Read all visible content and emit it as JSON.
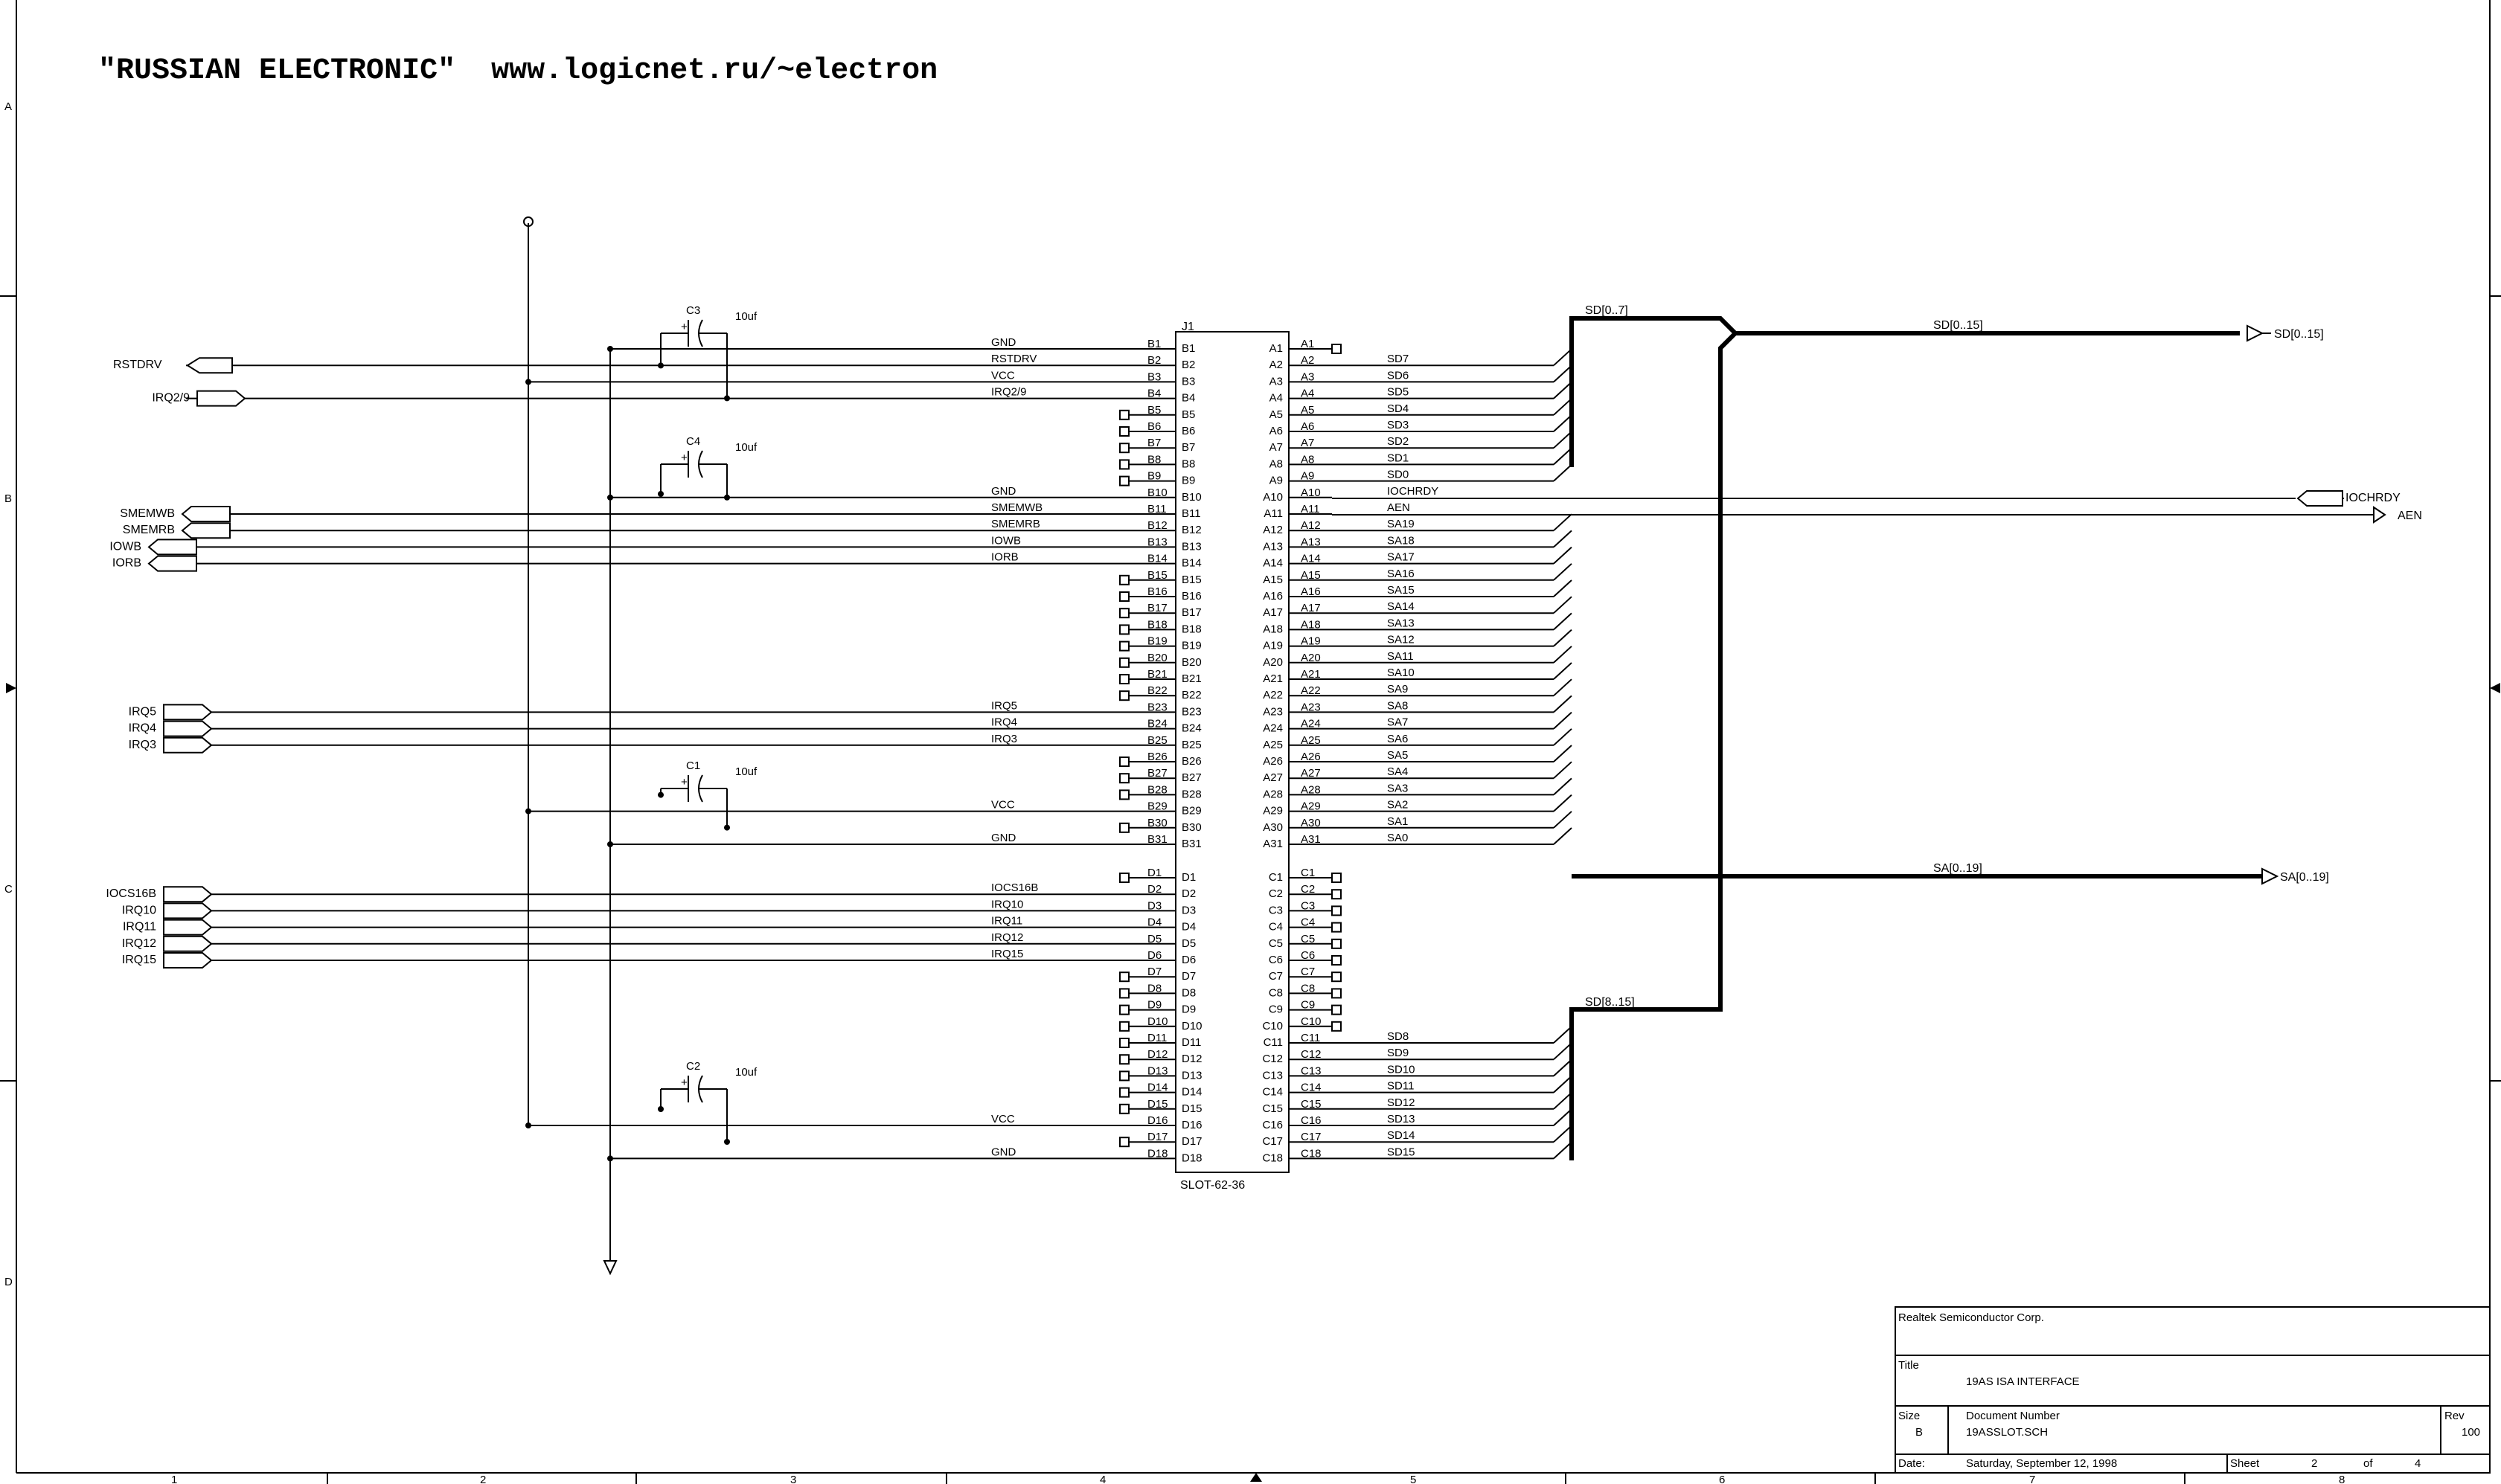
{
  "header": {
    "banner": "\"RUSSIAN ELECTRONIC\"  www.logicnet.ru/~electron"
  },
  "border": {
    "row_letters": [
      "A",
      "B",
      "C",
      "D"
    ],
    "col_numbers": [
      "1",
      "2",
      "3",
      "4",
      "5",
      "6",
      "7",
      "8"
    ]
  },
  "connector": {
    "ref": "J1",
    "part": "SLOT-62-36",
    "b_pins": [
      "B1",
      "B2",
      "B3",
      "B4",
      "B5",
      "B6",
      "B7",
      "B8",
      "B9",
      "B10",
      "B11",
      "B12",
      "B13",
      "B14",
      "B15",
      "B16",
      "B17",
      "B18",
      "B19",
      "B20",
      "B21",
      "B22",
      "B23",
      "B24",
      "B25",
      "B26",
      "B27",
      "B28",
      "B29",
      "B30",
      "B31"
    ],
    "a_pins": [
      "A1",
      "A2",
      "A3",
      "A4",
      "A5",
      "A6",
      "A7",
      "A8",
      "A9",
      "A10",
      "A11",
      "A12",
      "A13",
      "A14",
      "A15",
      "A16",
      "A17",
      "A18",
      "A19",
      "A20",
      "A21",
      "A22",
      "A23",
      "A24",
      "A25",
      "A26",
      "A27",
      "A28",
      "A29",
      "A30",
      "A31"
    ],
    "d_pins": [
      "D1",
      "D2",
      "D3",
      "D4",
      "D5",
      "D6",
      "D7",
      "D8",
      "D9",
      "D10",
      "D11",
      "D12",
      "D13",
      "D14",
      "D15",
      "D16",
      "D17",
      "D18"
    ],
    "c_pins": [
      "C1",
      "C2",
      "C3",
      "C4",
      "C5",
      "C6",
      "C7",
      "C8",
      "C9",
      "C10",
      "C11",
      "C12",
      "C13",
      "C14",
      "C15",
      "C16",
      "C17",
      "C18"
    ],
    "b_nets": [
      "GND",
      "RSTDRV",
      "VCC",
      "IRQ2/9",
      "",
      "",
      "",
      "",
      "",
      "GND",
      "SMEMWB",
      "SMEMRB",
      "IOWB",
      "IORB",
      "",
      "",
      "",
      "",
      "",
      "",
      "",
      "",
      "IRQ5",
      "IRQ4",
      "IRQ3",
      "",
      "",
      "",
      "VCC",
      "",
      "GND"
    ],
    "a_nets": [
      "",
      "SD7",
      "SD6",
      "SD5",
      "SD4",
      "SD3",
      "SD2",
      "SD1",
      "SD0",
      "IOCHRDY",
      "AEN",
      "SA19",
      "SA18",
      "SA17",
      "SA16",
      "SA15",
      "SA14",
      "SA13",
      "SA12",
      "SA11",
      "SA10",
      "SA9",
      "SA8",
      "SA7",
      "SA6",
      "SA5",
      "SA4",
      "SA3",
      "SA2",
      "SA1",
      "SA0"
    ],
    "d_nets": [
      "",
      "IOCS16B",
      "IRQ10",
      "IRQ11",
      "IRQ12",
      "IRQ15",
      "",
      "",
      "",
      "",
      "",
      "",
      "",
      "",
      "",
      "VCC",
      "",
      "GND"
    ],
    "c_nets": [
      "",
      "",
      "",
      "",
      "",
      "",
      "",
      "",
      "",
      "",
      "SD8",
      "SD9",
      "SD10",
      "SD11",
      "SD12",
      "SD13",
      "SD14",
      "SD15"
    ]
  },
  "ports_left": [
    {
      "label": "RSTDRV",
      "row": "B2"
    },
    {
      "label": "IRQ2/9",
      "row": "B4"
    },
    {
      "label": "SMEMWB",
      "row": "B11"
    },
    {
      "label": "SMEMRB",
      "row": "B12"
    },
    {
      "label": "IOWB",
      "row": "B13"
    },
    {
      "label": "IORB",
      "row": "B14"
    },
    {
      "label": "IRQ5",
      "row": "B23"
    },
    {
      "label": "IRQ4",
      "row": "B24"
    },
    {
      "label": "IRQ3",
      "row": "B25"
    },
    {
      "label": "IOCS16B",
      "row": "D2"
    },
    {
      "label": "IRQ10",
      "row": "D3"
    },
    {
      "label": "IRQ11",
      "row": "D4"
    },
    {
      "label": "IRQ12",
      "row": "D5"
    },
    {
      "label": "IRQ15",
      "row": "D6"
    }
  ],
  "capacitors": [
    {
      "ref": "C3",
      "value": "10uf"
    },
    {
      "ref": "C4",
      "value": "10uf"
    },
    {
      "ref": "C1",
      "value": "10uf"
    },
    {
      "ref": "C2",
      "value": "10uf"
    }
  ],
  "buses": {
    "sd_low": "SD[0..7]",
    "sd_high": "SD[8..15]",
    "sd_full_net": "SD[0..15]",
    "sd_port": "SD[0..15]",
    "sa_net": "SA[0..19]",
    "sa_port": "SA[0..19]"
  },
  "ports_right": {
    "iochrdy": "IOCHRDY",
    "aen": "AEN"
  },
  "title_block": {
    "company": "Realtek Semiconductor Corp.",
    "title_label": "Title",
    "title": "19AS ISA INTERFACE",
    "size_label": "Size",
    "size": "B",
    "docnum_label": "Document Number",
    "docnum": "19ASSLOT.SCH",
    "rev_label": "Rev",
    "rev": "100",
    "date_label": "Date:",
    "date": "Saturday, September 12, 1998",
    "sheet_label": "Sheet",
    "sheet": "2",
    "of_label": "of",
    "sheet_total": "4"
  }
}
